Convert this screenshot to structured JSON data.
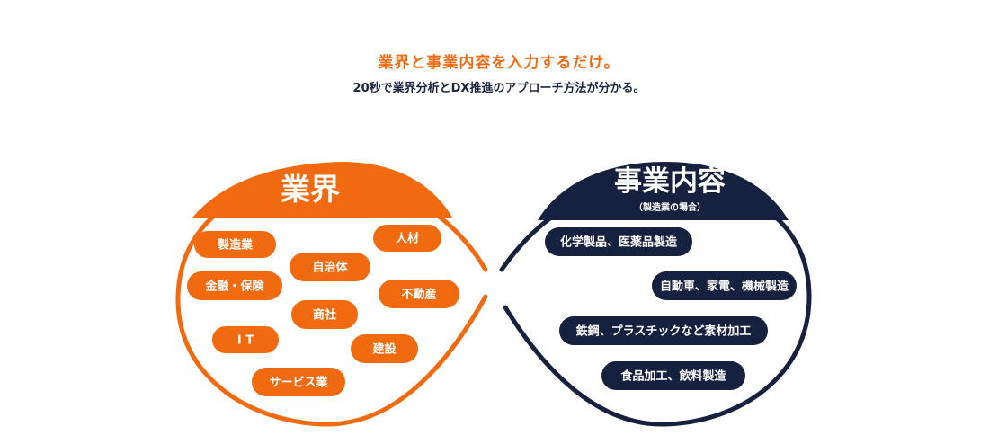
{
  "header": {
    "title": "業界と事業内容を入力するだけ。",
    "subtitle": "20秒で業界分析とDX推進のアプローチ方法が分かる。"
  },
  "colors": {
    "orange": "#f26a10",
    "navy": "#16203f"
  },
  "left_panel": {
    "title": "業界",
    "items": [
      "製造業",
      "人材",
      "自治体",
      "金融・保険",
      "不動産",
      "商社",
      "I T",
      "建設",
      "サービス業"
    ]
  },
  "right_panel": {
    "title": "事業内容",
    "subtitle": "（製造業の場合）",
    "items": [
      "化学製品、医薬品製造",
      "自動車、家電、機械製造",
      "鉄鋼、プラスチックなど素材加工",
      "食品加工、飲料製造"
    ]
  }
}
